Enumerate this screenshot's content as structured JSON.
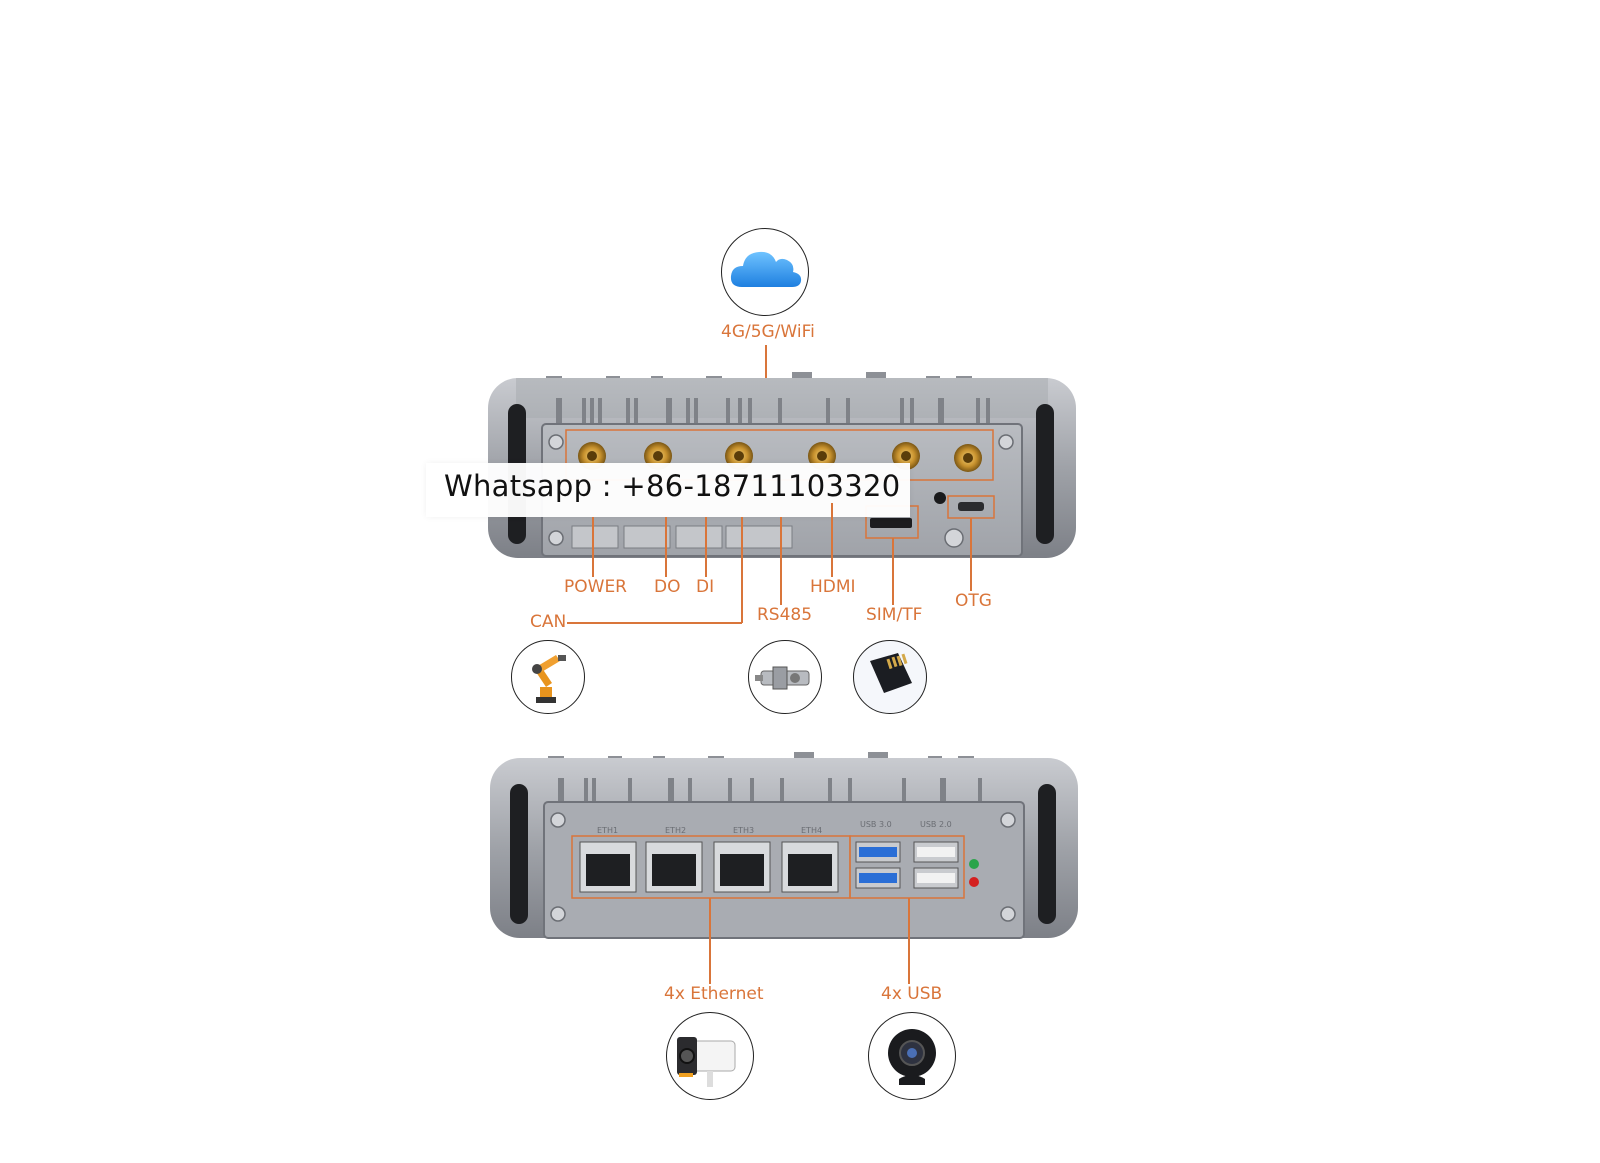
{
  "colors": {
    "accent": "#d9753a",
    "chassis": "#8e9198",
    "panel": "#a9acb2"
  },
  "icons": [
    "cloud-icon",
    "robot-arm-icon",
    "sensor-connector-icon",
    "sd-card-icon",
    "bullet-camera-icon",
    "webcam-icon"
  ],
  "top_device": {
    "labels": {
      "wireless": "4G/5G/WiFi",
      "power": "POWER",
      "do": "DO",
      "di": "DI",
      "can": "CAN",
      "rs485": "RS485",
      "hdmi": "HDMI",
      "sim_tf": "SIM/TF",
      "otg": "OTG"
    }
  },
  "bottom_device": {
    "labels": {
      "ethernet": "4x Ethernet",
      "usb": "4x USB"
    },
    "port_labels": [
      "ETH1",
      "ETH2",
      "ETH3",
      "ETH4"
    ],
    "usb_labels": [
      "USB 3.0",
      "USB 2.0"
    ]
  },
  "watermark": {
    "text": "Whatsapp : +86-18711103320"
  }
}
